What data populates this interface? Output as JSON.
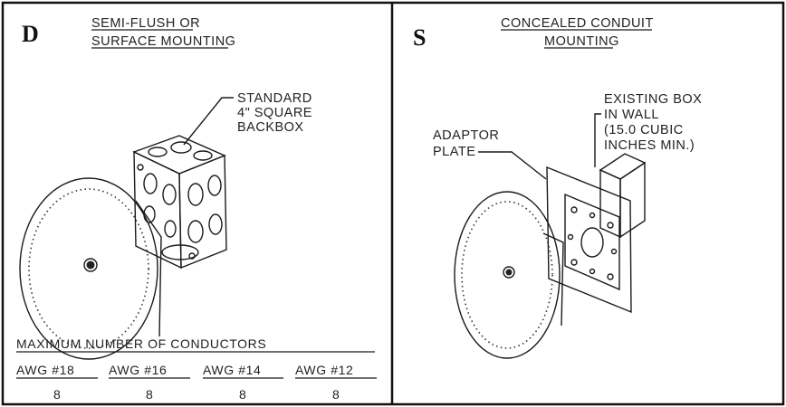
{
  "panel_d": {
    "letter": "D",
    "title_line1": "SEMI-FLUSH OR",
    "title_line2": "SURFACE MOUNTING",
    "callout_line1": "STANDARD",
    "callout_line2": "4\" SQUARE",
    "callout_line3": "BACKBOX",
    "table_title": "MAXIMUM NUMBER OF CONDUCTORS",
    "table_headers": [
      "AWG #18",
      "AWG #16",
      "AWG #14",
      "AWG #12"
    ],
    "table_values": [
      "8",
      "8",
      "8",
      "8"
    ]
  },
  "panel_s": {
    "letter": "S",
    "title_line1": "CONCEALED CONDUIT",
    "title_line2": "MOUNTING",
    "callout_box_line1": "EXISTING BOX",
    "callout_box_line2": "IN WALL",
    "callout_box_line3": "(15.0 CUBIC",
    "callout_box_line4": "INCHES MIN.)",
    "callout_plate_line1": "ADAPTOR",
    "callout_plate_line2": "PLATE"
  }
}
